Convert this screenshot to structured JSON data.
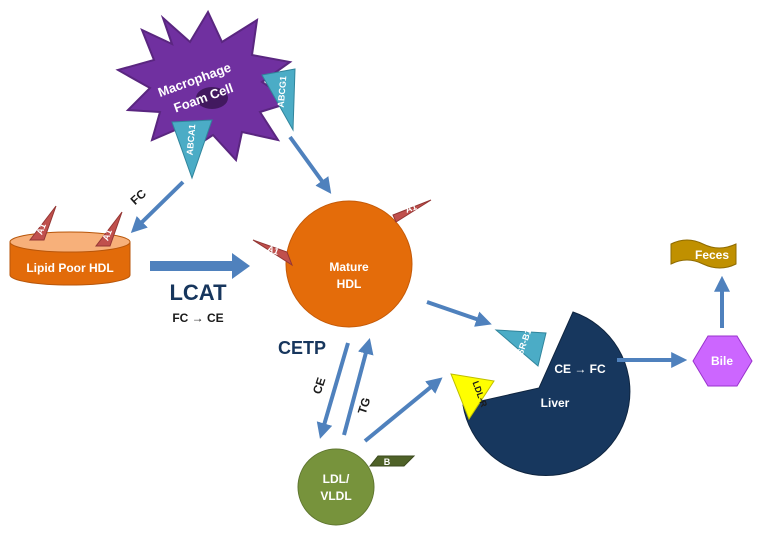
{
  "nodes": {
    "macrophage": {
      "line1": "Macrophage",
      "line2": "Foam Cell",
      "color": "#7030a0"
    },
    "lipid_poor_hdl": {
      "label": "Lipid Poor HDL",
      "color": "#e26b0a"
    },
    "mature_hdl": {
      "line1": "Mature",
      "line2": "HDL",
      "color": "#e46c0a"
    },
    "ldl_vldl": {
      "line1": "LDL/",
      "line2": "VLDL",
      "color": "#77933c"
    },
    "liver": {
      "label": "Liver",
      "reaction": "CE → FC",
      "color": "#17375e"
    },
    "bile": {
      "label": "Bile",
      "color": "#cc66ff"
    },
    "feces": {
      "label": "Feces",
      "color": "#c09000"
    }
  },
  "receptors": {
    "abca1": "ABCA1",
    "abcg1": "ABCG1",
    "sr_b1": "SR-B1",
    "ldl_r": "LDL-R",
    "a1_left": "A1",
    "a1_right": "A1",
    "a1_mature_left": "A1",
    "a1_mature_right": "A1",
    "apo_b": "B"
  },
  "labels": {
    "fc": "FC",
    "lcat": "LCAT",
    "lcat_reaction": "FC → CE",
    "cetp": "CETP",
    "ce": "CE",
    "tg": "TG"
  },
  "colors": {
    "arrow": "#4f81bd",
    "receptor_blue": "#4bacc6",
    "receptor_red": "#c0504d",
    "receptor_yellow": "#ffff00",
    "receptor_dark_green": "#4f6228",
    "title_navy": "#17365d"
  }
}
